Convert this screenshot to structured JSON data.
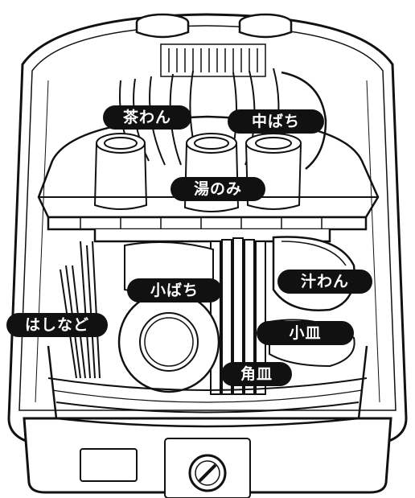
{
  "labels": {
    "chawan": "茶わん",
    "nakabachi": "中ばち",
    "yunomi": "湯のみ",
    "shiruwan": "汁わん",
    "kobachi": "小ばち",
    "hashinado": "はしなど",
    "kozara": "小皿",
    "kakuzara": "角皿"
  },
  "colors": {
    "line": "#111111",
    "label_bg": "#111111",
    "label_text": "#ffffff"
  },
  "icons": [
    "dial-knob-icon"
  ]
}
